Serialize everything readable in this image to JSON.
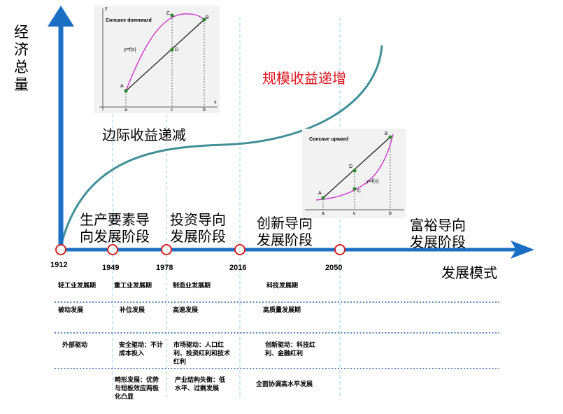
{
  "axes": {
    "y_label": "经济总量",
    "x_label": "发展模式"
  },
  "curve_labels": {
    "diminishing": "边际收益递减",
    "increasing": "规模收益递增"
  },
  "years": [
    "1912",
    "1949",
    "1978",
    "2016",
    "2050"
  ],
  "stages": [
    "生产要素导向发展阶段",
    "投资导向发展阶段",
    "创新导向发展阶段",
    "富裕导向发展阶段"
  ],
  "table": {
    "rows": [
      [
        "轻工业发展期",
        "重工业发展期",
        "制造业发展期",
        "科技发展期"
      ],
      [
        "被动发展",
        "补位发展",
        "高速发展",
        "高质量发展期"
      ],
      [
        "外部驱动",
        "安全驱动：不计成本投入",
        "市场驱动：人口红利、投资红利和技术红利",
        "创新驱动：科技红利、金融红利"
      ],
      [
        "",
        "畸形发展：优势与短板效应两极化凸显",
        "产业结构失衡：低水平、过剩发展",
        "全面协调高水平发展"
      ]
    ]
  },
  "inset_concave_down": {
    "title": "Concave downward",
    "function_label": "y=f(x)",
    "y_axis": "y",
    "x_axis": "x",
    "points": [
      "A",
      "B",
      "C",
      "D"
    ],
    "ticks": [
      "a",
      "c",
      "b"
    ]
  },
  "inset_concave_up": {
    "title": "Concave upward",
    "function_label": "y=f(x)",
    "points": [
      "A",
      "B",
      "C",
      "D"
    ],
    "ticks": [
      "a",
      "c",
      "b"
    ]
  },
  "colors": {
    "axis": "#1a6fc4",
    "curve": "#3f8f97",
    "year_marker_stroke": "#d42020",
    "dashed_lines": "#9fd0e8",
    "inset_curve": "#cc33cc",
    "inset_point": "#2a8a2a",
    "table_dots": "#2d5fa8",
    "highlight_text": "#e0141e"
  }
}
